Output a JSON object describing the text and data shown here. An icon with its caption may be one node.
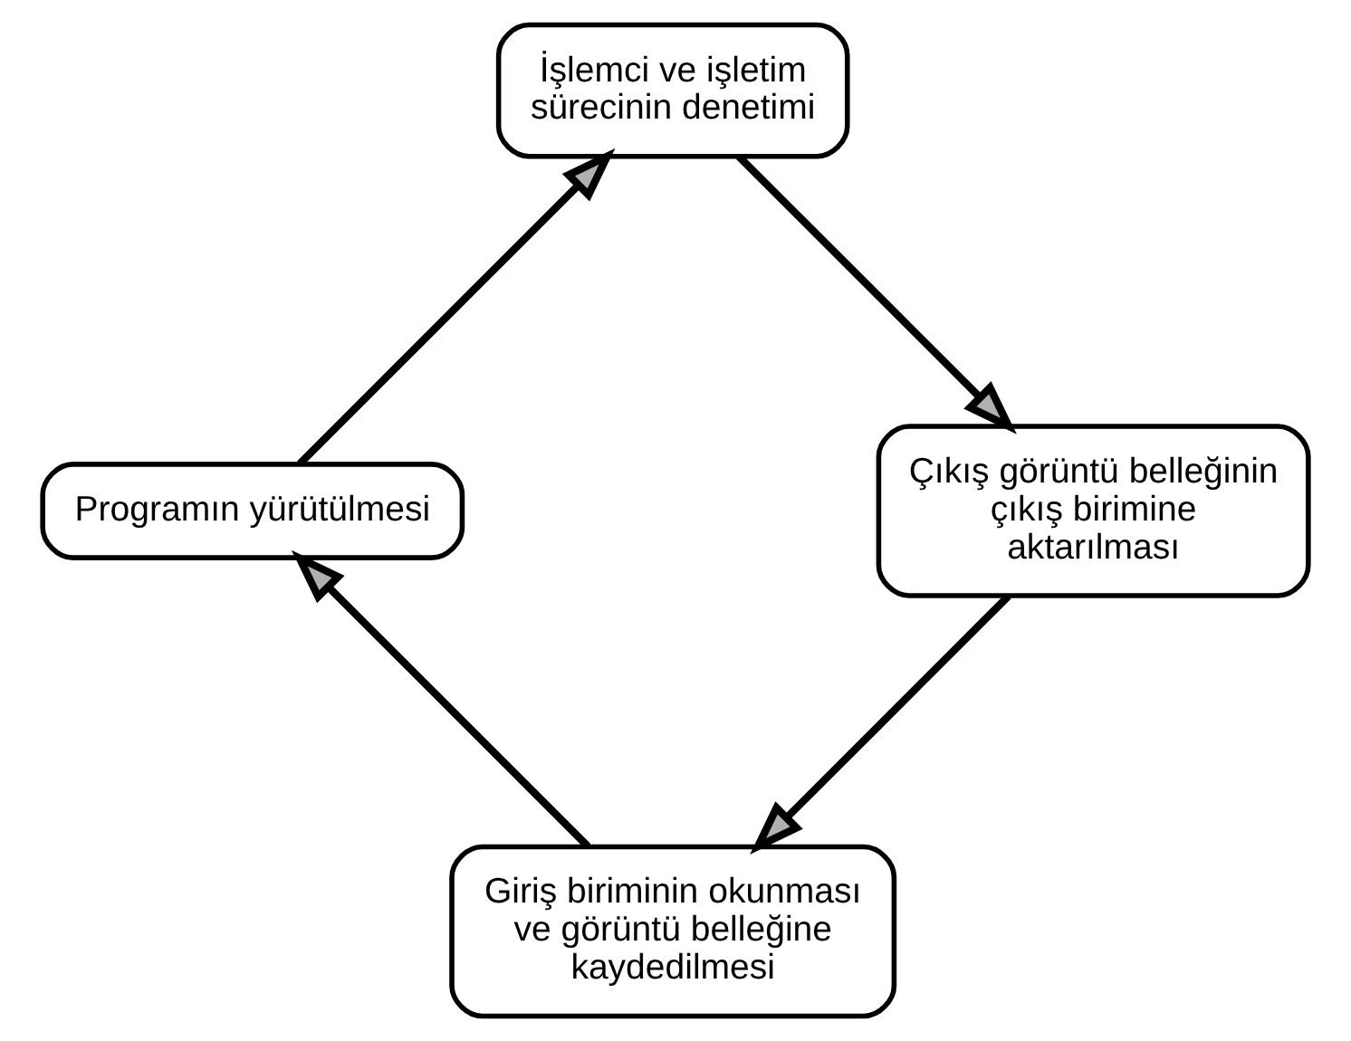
{
  "diagram": {
    "nodes": [
      {
        "text": [
          "Giriş biriminin okunması ve görüntü belleğine kaydedilmesi"
        ]
      },
      {
        "text": [
          "Programın yürütülmesi"
        ]
      },
      {
        "text": [
          "İşlemci ve işletim sürecinin denetimi"
        ]
      },
      {
        "text": [
          "Çıkış görüntü belleğinin çıkış birimine aktarılması"
        ]
      }
    ],
    "edges": [
      {
        "from": 0,
        "to": 1,
        "arrow": "to"
      },
      {
        "from": 1,
        "to": 2,
        "arrow": "to"
      },
      {
        "from": 2,
        "to": 3,
        "arrow": "to"
      },
      {
        "from": 3,
        "to": 0,
        "arrow": "to"
      }
    ]
  }
}
